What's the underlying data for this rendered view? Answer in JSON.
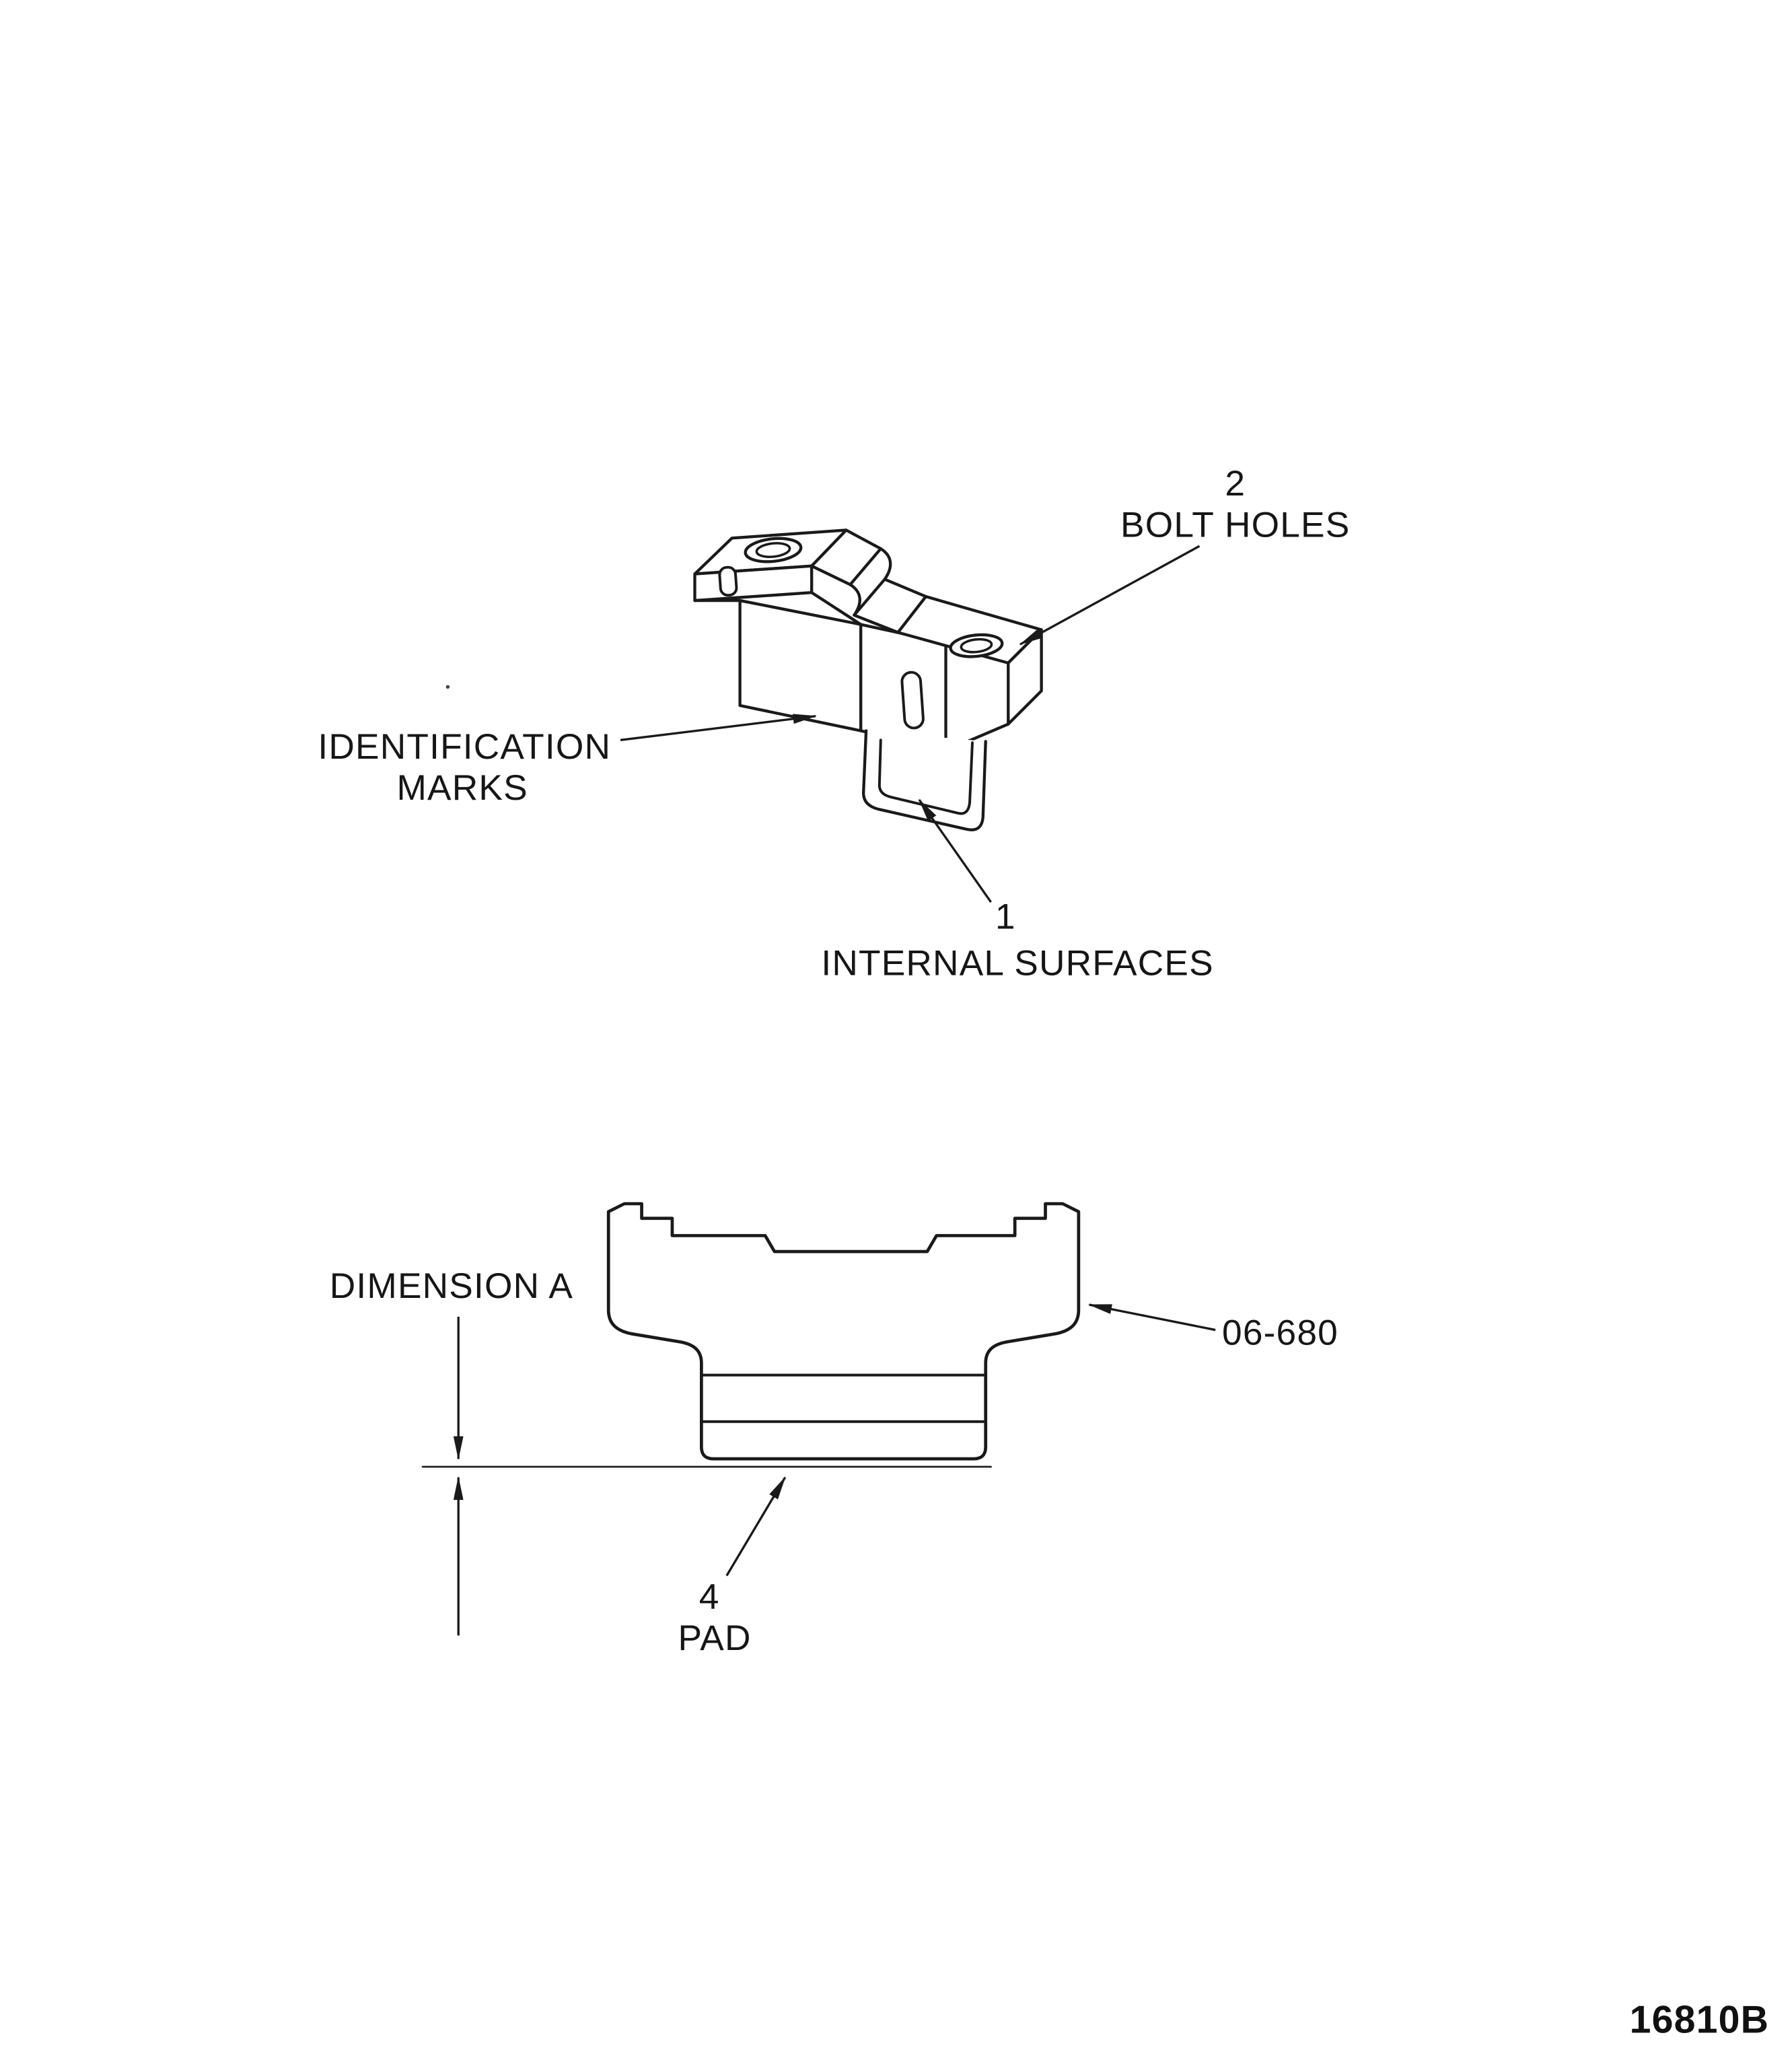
{
  "page": {
    "background": "#ffffff",
    "ink": "#1a1a1a"
  },
  "figure": {
    "code": "16810B",
    "callouts": {
      "bolt_holes": {
        "index": "2",
        "label": "BOLT HOLES"
      },
      "identification_marks": {
        "line1": "IDENTIFICATION",
        "line2": "MARKS"
      },
      "internal_surfaces": {
        "index": "1",
        "label": "INTERNAL SURFACES"
      },
      "dimension_a": {
        "label": "DIMENSION A"
      },
      "part_ref": {
        "label": "06-680"
      },
      "pad": {
        "index": "4",
        "label": "PAD"
      }
    }
  }
}
